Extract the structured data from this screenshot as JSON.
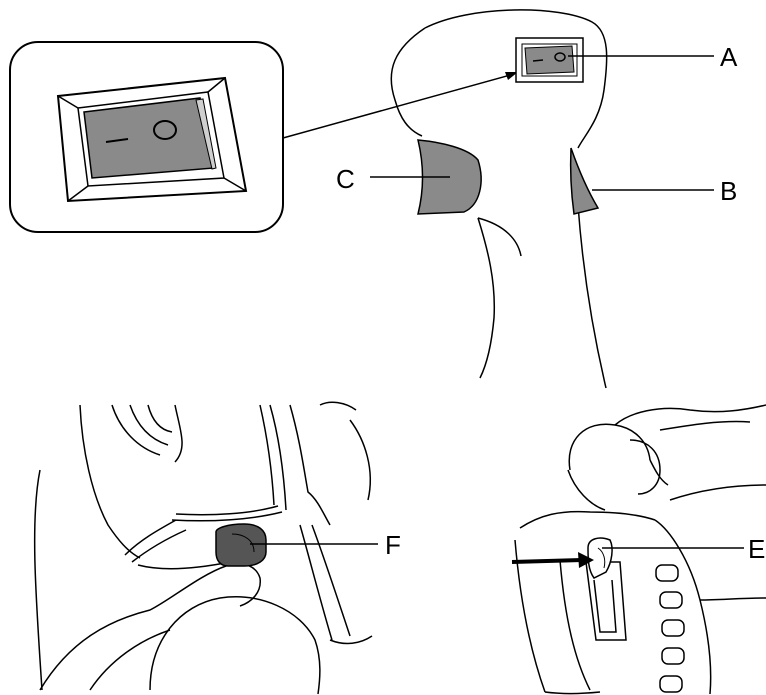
{
  "labels": {
    "a": "A",
    "b": "B",
    "c": "C",
    "e": "E",
    "f": "F"
  },
  "colors": {
    "line": "#000000",
    "part_fill": "#8a8a8a",
    "dark_part_fill": "#555555",
    "background": "#ffffff"
  },
  "switch_symbols": {
    "off": "–",
    "on": "○"
  }
}
